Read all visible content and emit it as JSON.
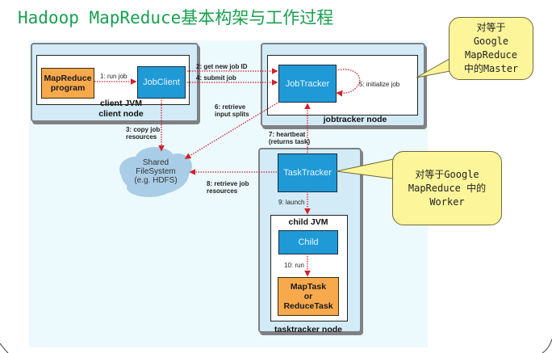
{
  "title": "Hadoop MapReduce基本构架与工作过程",
  "colors": {
    "title": "#1aa050",
    "node_bg": "#d3ebf6",
    "panel_bg": "#ecf9fd",
    "process_blue": "#1f9ad6",
    "task_orange": "#f7a94c",
    "arrow_red": "#d0202a",
    "callout_yellow": "#fdf59a",
    "cloud": "#a9cde6"
  },
  "client_node": {
    "label": "client node",
    "jvm_label": "client JVM",
    "program": "MapReduce program",
    "job_client": "JobClient"
  },
  "jobtracker_node": {
    "label": "jobtracker node",
    "job_tracker": "JobTracker"
  },
  "tasktracker_node": {
    "label": "tasktracker node",
    "task_tracker": "TaskTracker",
    "jvm_label": "child JVM",
    "child": "Child",
    "task_line1": "MapTask",
    "task_line2": "or",
    "task_line3": "ReduceTask"
  },
  "shared_fs": {
    "line1": "Shared",
    "line2": "FileSystem",
    "line3": "(e.g. HDFS)"
  },
  "steps": {
    "s1": "1: run job",
    "s2": "2: get new job ID",
    "s3a": "3: copy job",
    "s3b": "resources",
    "s4": "4: submit job",
    "s5": "5: initialize job",
    "s6a": "6: retrieve",
    "s6b": "input splits",
    "s7a": "7: heartbeat",
    "s7b": "(returns task)",
    "s8a": "8: retrieve job",
    "s8b": "resources",
    "s9": "9: launch",
    "s10": "10: run"
  },
  "callouts": {
    "master": {
      "line1": "对等于",
      "line2": "Google",
      "line3": "MapReduce",
      "line4": "中的Master"
    },
    "worker": {
      "line1": "对等于Google",
      "line2": "MapReduce 中的",
      "line3": "Worker"
    }
  }
}
